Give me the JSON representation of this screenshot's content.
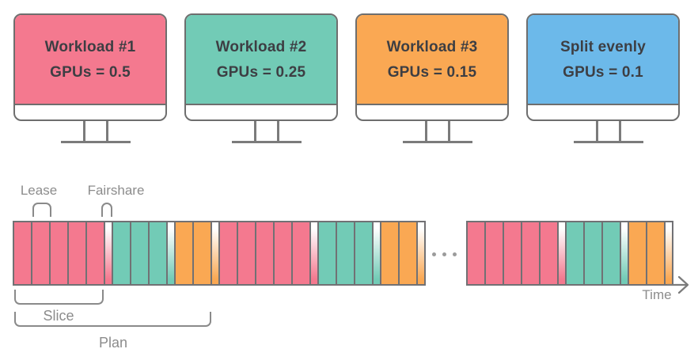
{
  "monitors": [
    {
      "title": "Workload #1",
      "gpus": "GPUs = 0.5",
      "color_key": "pink"
    },
    {
      "title": "Workload #2",
      "gpus": "GPUs = 0.25",
      "color_key": "teal"
    },
    {
      "title": "Workload #3",
      "gpus": "GPUs = 0.15",
      "color_key": "orange"
    },
    {
      "title": "Split evenly",
      "gpus": "GPUs = 0.1",
      "color_key": "blue"
    }
  ],
  "colors": {
    "pink": "#f4798f",
    "teal": "#72cbb6",
    "orange": "#faa853",
    "blue": "#6cb9ea",
    "monitor_border": "#6e6e6e",
    "band_border": "#717174",
    "label_gray": "#8c8c8c",
    "bracket_gray": "#8a8a8a",
    "dot_gray": "#9b9b9b",
    "screen_text": "#3d3e43"
  },
  "timeline": {
    "labels": {
      "lease": "Lease",
      "fairshare": "Fairshare",
      "slice": "Slice",
      "plan": "Plan",
      "time": "Time"
    },
    "slice_pattern": [
      {
        "workload": "Workload #1",
        "kind": "lease",
        "color_key": "pink",
        "count": 5
      },
      {
        "workload": "Workload #1",
        "kind": "fairshare",
        "color_key": "pink",
        "count": 1
      },
      {
        "workload": "Workload #2",
        "kind": "lease",
        "color_key": "teal",
        "count": 3
      },
      {
        "workload": "Workload #2",
        "kind": "fairshare",
        "color_key": "teal",
        "count": 1
      },
      {
        "workload": "Workload #3",
        "kind": "lease",
        "color_key": "orange",
        "count": 2
      },
      {
        "workload": "Workload #3",
        "kind": "fairshare",
        "color_key": "orange",
        "count": 1
      }
    ],
    "segments": [
      {
        "slice_count": 2
      },
      {
        "slice_count": 1
      }
    ],
    "ellipsis_dot_count": 3
  }
}
